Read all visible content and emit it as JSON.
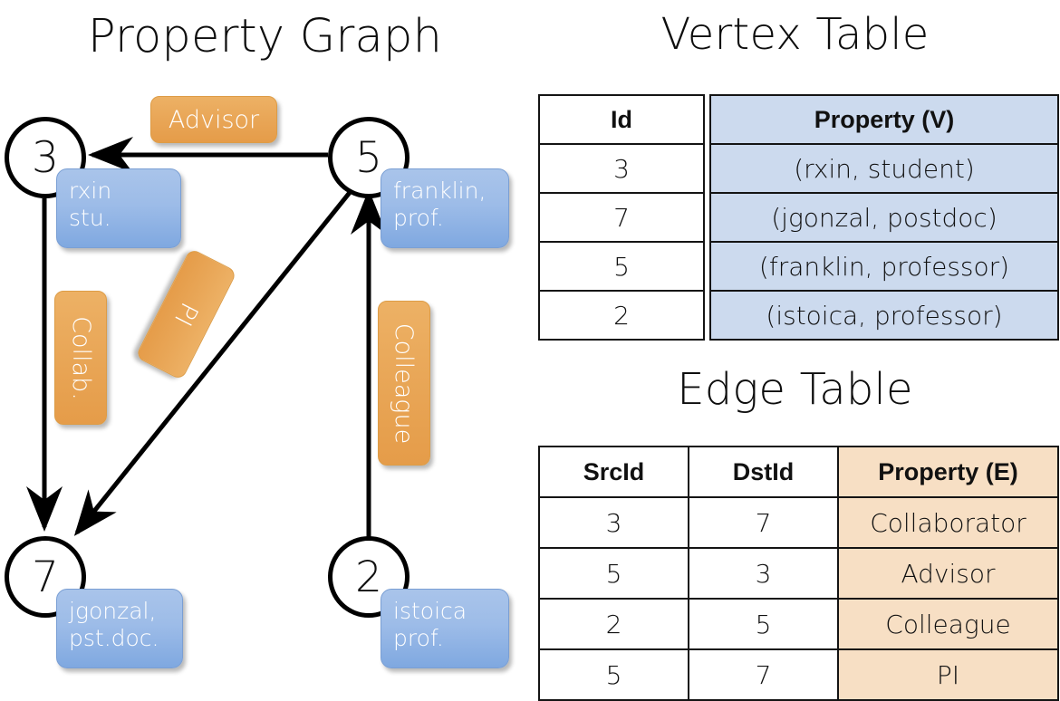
{
  "titles": {
    "property_graph": "Property Graph",
    "vertex_table": "Vertex Table",
    "edge_table": "Edge Table"
  },
  "graph": {
    "nodes": [
      {
        "id": "3",
        "name": "node-3",
        "property": "rxin\nstu."
      },
      {
        "id": "5",
        "name": "node-5",
        "property": "franklin,\nprof."
      },
      {
        "id": "7",
        "name": "node-7",
        "property": "jgonzal,\npst.doc."
      },
      {
        "id": "2",
        "name": "node-2",
        "property": "istoica\nprof."
      }
    ],
    "edge_labels": [
      {
        "name": "advisor",
        "text": "Advisor",
        "from": "5",
        "to": "3"
      },
      {
        "name": "collab",
        "text": "Collab.",
        "from": "3",
        "to": "7"
      },
      {
        "name": "pi",
        "text": "PI",
        "from": "5",
        "to": "7"
      },
      {
        "name": "colleague",
        "text": "Colleague",
        "from": "2",
        "to": "5"
      }
    ]
  },
  "vertex_table": {
    "headers": [
      "Id",
      "Property (V)"
    ],
    "rows": [
      {
        "id": "3",
        "property": "(rxin, student)"
      },
      {
        "id": "7",
        "property": "(jgonzal, postdoc)"
      },
      {
        "id": "5",
        "property": "(franklin, professor)"
      },
      {
        "id": "2",
        "property": "(istoica, professor)"
      }
    ]
  },
  "edge_table": {
    "headers": [
      "SrcId",
      "DstId",
      "Property (E)"
    ],
    "rows": [
      {
        "src": "3",
        "dst": "7",
        "property": "Collaborator"
      },
      {
        "src": "5",
        "dst": "3",
        "property": "Advisor"
      },
      {
        "src": "2",
        "dst": "5",
        "property": "Colleague"
      },
      {
        "src": "5",
        "dst": "7",
        "property": "PI"
      }
    ]
  },
  "colors": {
    "vertex_property_fill": "#ccdaee",
    "edge_property_fill": "#f7dfc4",
    "node_box_blue": "#9dbce8",
    "edge_label_orange": "#e9a758",
    "stroke": "#000000"
  }
}
